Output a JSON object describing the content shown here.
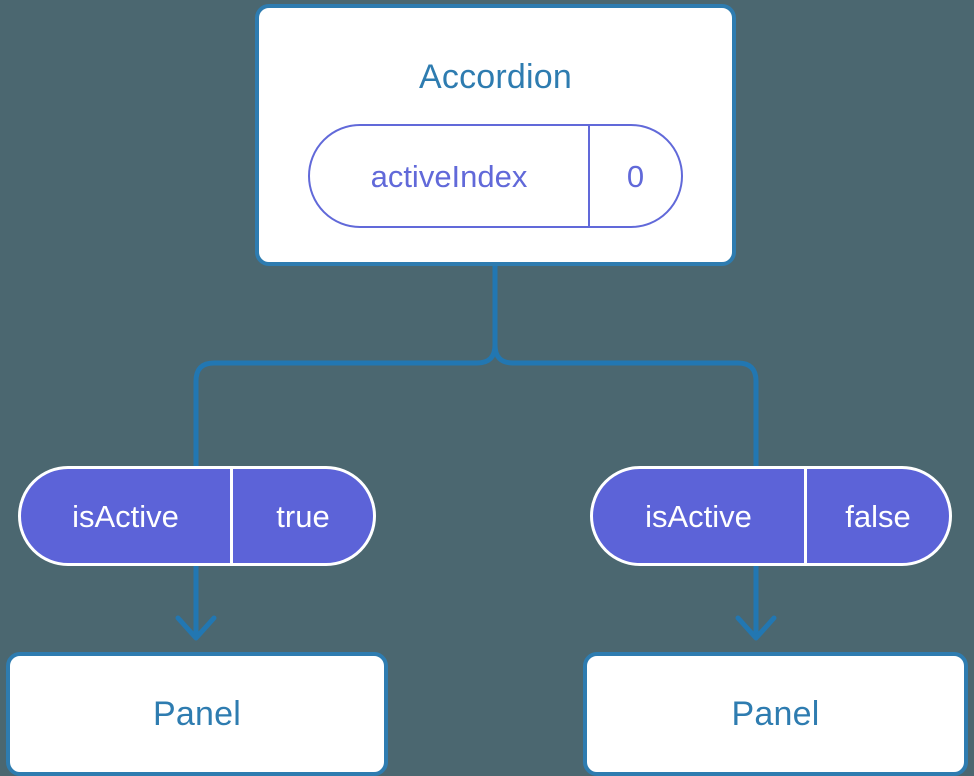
{
  "theme": {
    "background": "#4b6770",
    "card_border": "#2e7cb0",
    "card_background": "#ffffff",
    "title_color": "#2e7cb0",
    "connector_color": "#2277b2",
    "pill_outline_color": "#6169d9",
    "pill_fill_color": "#5c63d8",
    "pill_fill_text": "#ffffff"
  },
  "diagram": {
    "type": "component-state-tree",
    "root": {
      "title": "Accordion",
      "state": {
        "label": "activeIndex",
        "value": "0"
      }
    },
    "branches": [
      {
        "prop": {
          "label": "isActive",
          "value": "true"
        },
        "child": {
          "title": "Panel"
        }
      },
      {
        "prop": {
          "label": "isActive",
          "value": "false"
        },
        "child": {
          "title": "Panel"
        }
      }
    ]
  }
}
